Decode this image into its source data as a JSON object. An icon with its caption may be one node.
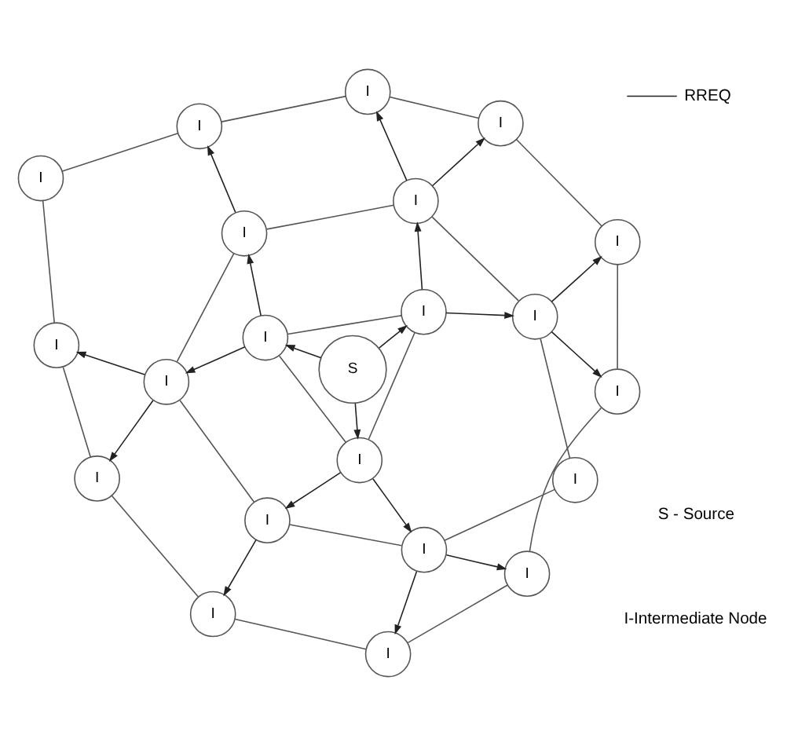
{
  "diagram": {
    "nodes": [
      {
        "text": [
          "I"
        ]
      },
      {
        "text": [
          "I"
        ]
      },
      {
        "text": [
          "I"
        ]
      },
      {
        "text": [
          "I"
        ]
      },
      {
        "text": [
          "I"
        ]
      },
      {
        "text": [
          "I"
        ]
      },
      {
        "text": [
          "I"
        ]
      },
      {
        "text": [
          "I"
        ]
      },
      {
        "text": [
          "I"
        ]
      },
      {
        "text": [
          "I"
        ]
      },
      {
        "text": [
          "S"
        ]
      },
      {
        "text": [
          "I"
        ]
      },
      {
        "text": [
          "I"
        ]
      },
      {
        "text": [
          "I"
        ]
      },
      {
        "text": [
          "I"
        ]
      },
      {
        "text": [
          "I"
        ]
      },
      {
        "text": [
          "I"
        ]
      },
      {
        "text": [
          "I"
        ]
      },
      {
        "text": [
          "I"
        ]
      },
      {
        "text": [
          "I"
        ]
      },
      {
        "text": [
          "I"
        ]
      },
      {
        "text": [
          "I"
        ]
      }
    ],
    "edges": [
      {
        "from": 10,
        "to": 6,
        "arrow": "to"
      },
      {
        "from": 10,
        "to": 15,
        "arrow": "to"
      },
      {
        "from": 10,
        "to": 12,
        "arrow": "to"
      },
      {
        "from": 6,
        "to": 5,
        "arrow": "to"
      },
      {
        "from": 6,
        "to": 3,
        "arrow": "to"
      },
      {
        "from": 3,
        "to": 0,
        "arrow": "to"
      },
      {
        "from": 3,
        "to": 1,
        "arrow": "to"
      },
      {
        "from": 5,
        "to": 2,
        "arrow": "to"
      },
      {
        "from": 11,
        "to": 8,
        "arrow": "to"
      },
      {
        "from": 11,
        "to": 14,
        "arrow": "to"
      },
      {
        "from": 15,
        "to": 11,
        "arrow": "to"
      },
      {
        "from": 15,
        "to": 19,
        "arrow": "to"
      },
      {
        "from": 19,
        "to": 20,
        "arrow": "to"
      },
      {
        "from": 12,
        "to": 9,
        "arrow": "to"
      },
      {
        "from": 9,
        "to": 7,
        "arrow": "to"
      },
      {
        "from": 9,
        "to": 13,
        "arrow": "to"
      },
      {
        "from": 12,
        "to": 17,
        "arrow": "to"
      },
      {
        "from": 17,
        "to": 18,
        "arrow": "to"
      },
      {
        "from": 17,
        "to": 21,
        "arrow": "to"
      },
      {
        "from": 6,
        "to": 15,
        "arrow": "none"
      },
      {
        "from": 15,
        "to": 12,
        "arrow": "none"
      },
      {
        "from": 12,
        "to": 6,
        "arrow": "none"
      },
      {
        "from": 5,
        "to": 3,
        "arrow": "none"
      },
      {
        "from": 3,
        "to": 4,
        "arrow": "none"
      },
      {
        "from": 4,
        "to": 9,
        "arrow": "none"
      },
      {
        "from": 9,
        "to": 17,
        "arrow": "none"
      },
      {
        "from": 17,
        "to": 19,
        "arrow": "none"
      },
      {
        "from": 19,
        "to": 11,
        "arrow": "none"
      },
      {
        "from": 11,
        "to": 5,
        "arrow": "none"
      },
      {
        "from": 0,
        "to": 1,
        "arrow": "none"
      },
      {
        "from": 1,
        "to": 7,
        "arrow": "none"
      },
      {
        "from": 7,
        "to": 13,
        "arrow": "none"
      },
      {
        "from": 13,
        "to": 18,
        "arrow": "none"
      },
      {
        "from": 18,
        "to": 21,
        "arrow": "none"
      },
      {
        "from": 21,
        "to": 20,
        "arrow": "none"
      },
      {
        "from": 20,
        "to": 16,
        "arrow": "none"
      },
      {
        "from": 16,
        "to": 14,
        "arrow": "none"
      },
      {
        "from": 14,
        "to": 8,
        "arrow": "none"
      },
      {
        "from": 8,
        "to": 2,
        "arrow": "none"
      },
      {
        "from": 2,
        "to": 0,
        "arrow": "none"
      }
    ],
    "labels": [
      "S - Source",
      "I-Intermediate Node"
    ],
    "legend": [
      {
        "text": "RREQ"
      }
    ]
  }
}
